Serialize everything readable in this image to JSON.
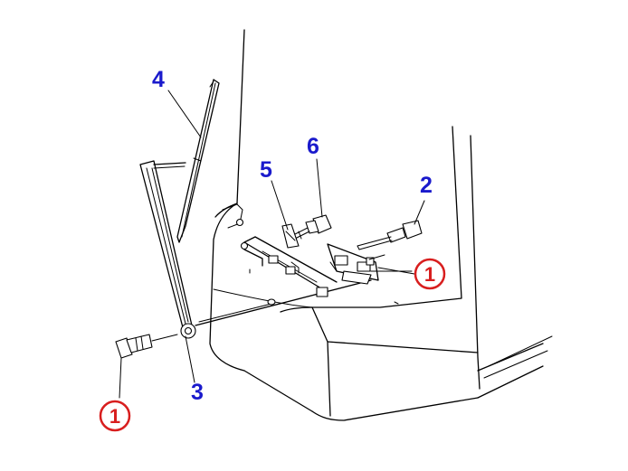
{
  "diagram": {
    "callouts": [
      {
        "id": "label-4",
        "text": "4"
      },
      {
        "id": "label-5",
        "text": "5"
      },
      {
        "id": "label-6",
        "text": "6"
      },
      {
        "id": "label-2",
        "text": "2"
      },
      {
        "id": "label-3",
        "text": "3"
      },
      {
        "id": "label-1-right",
        "text": "1"
      },
      {
        "id": "label-1-left",
        "text": "1"
      }
    ],
    "colors": {
      "callout_text": "#1a1acc",
      "circle_stroke": "#d81e1e",
      "circle_text": "#d81e1e",
      "line_art": "#000000"
    }
  }
}
